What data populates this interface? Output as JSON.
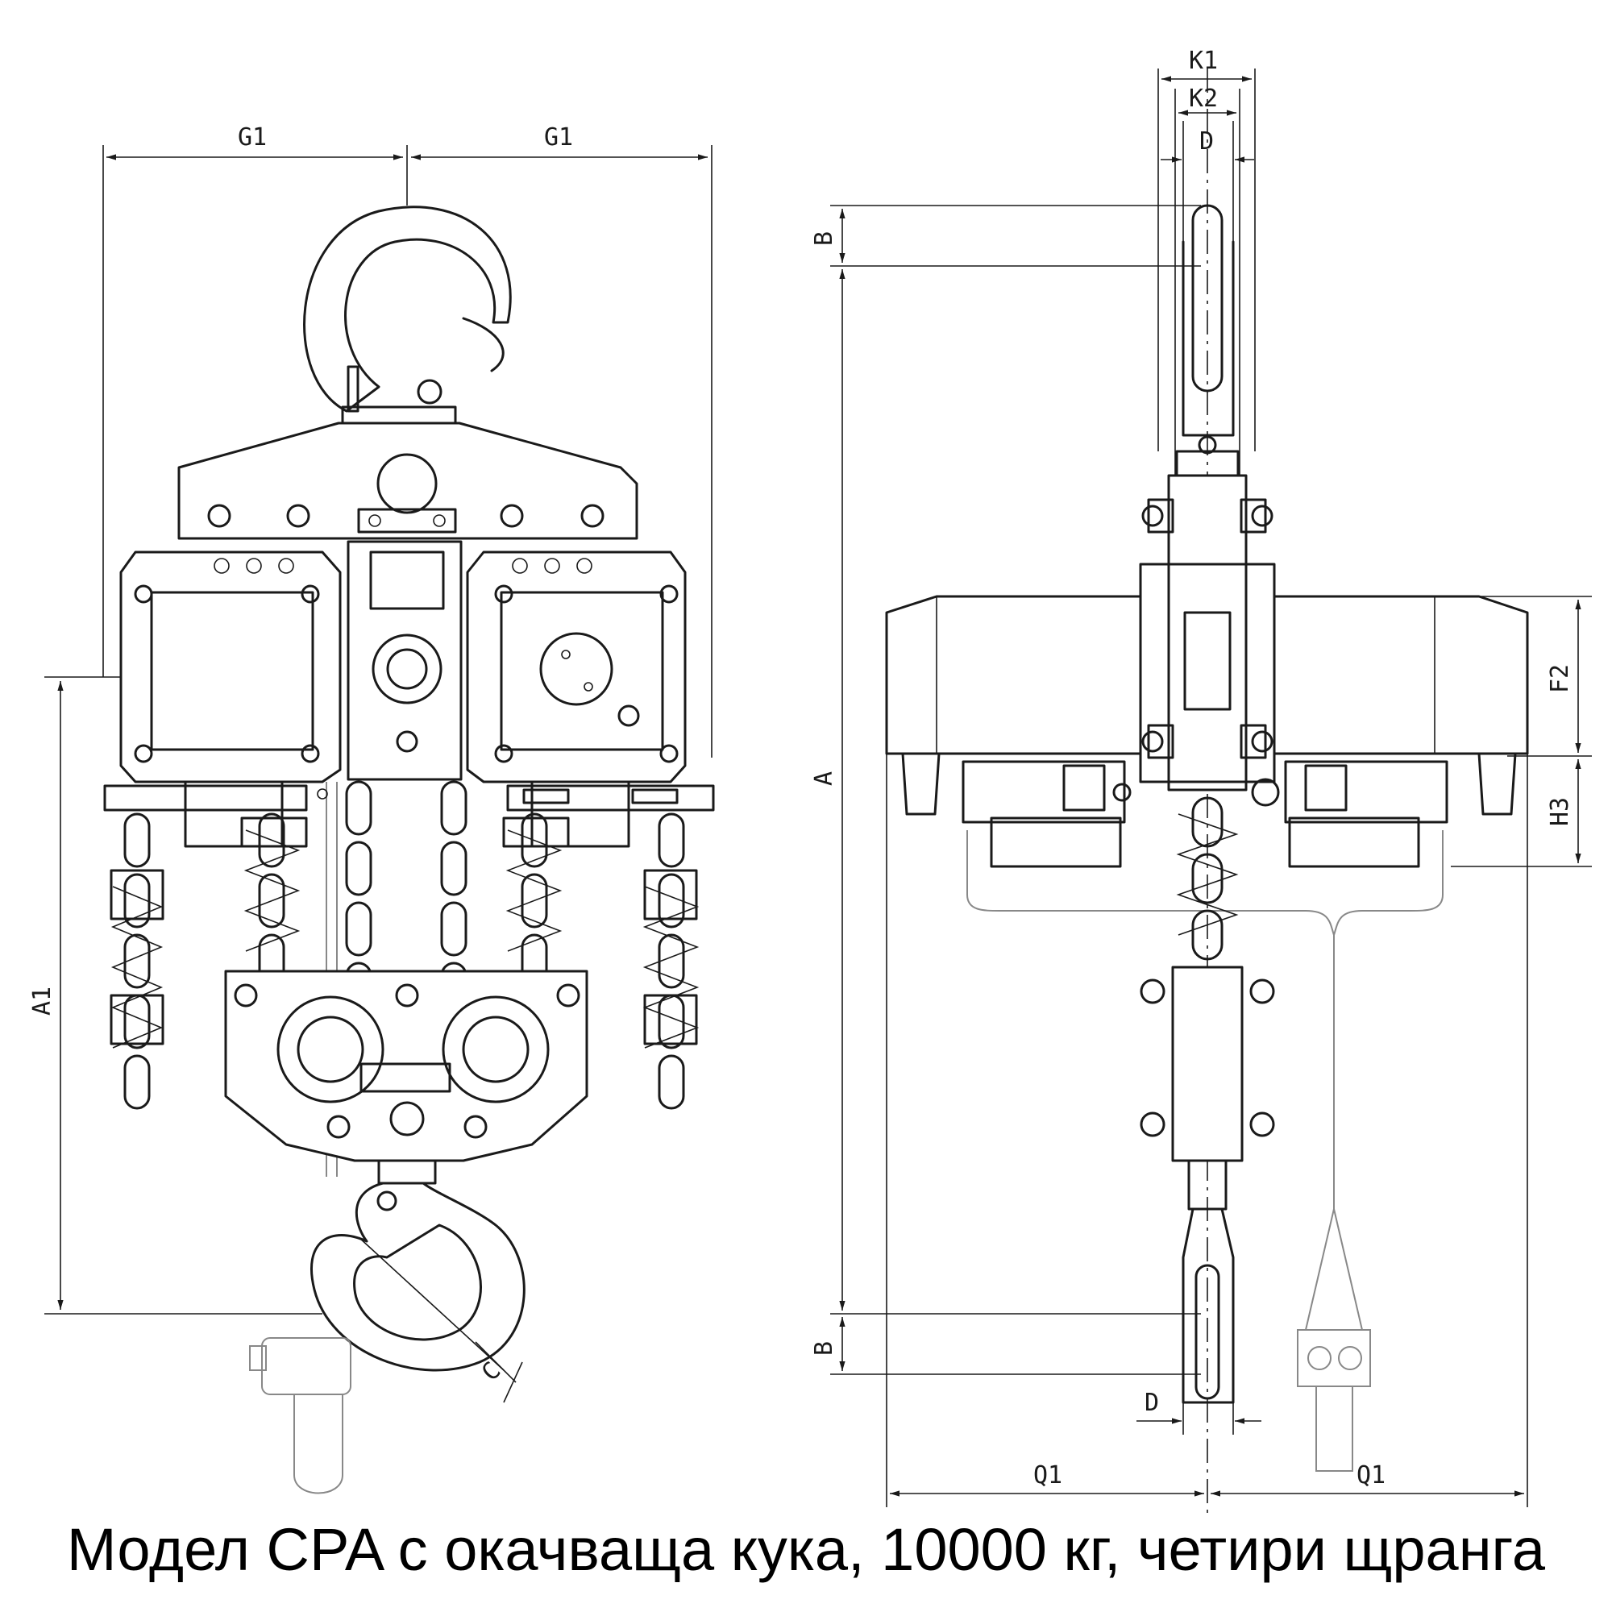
{
  "caption": "Модел CPA с окачваща кука, 10000 кг, четири щранга",
  "dimensions": {
    "g1_left": "G1",
    "g1_right": "G1",
    "a1": "A1",
    "c": "C",
    "k1": "K1",
    "k2": "K2",
    "d_top": "D",
    "d_bottom": "D",
    "b_top": "B",
    "b_bottom": "B",
    "a": "A",
    "f2": "F2",
    "h3": "H3",
    "q1_left": "Q1",
    "q1_right": "Q1"
  }
}
